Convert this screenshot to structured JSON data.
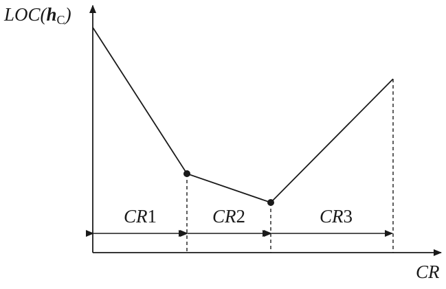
{
  "y_axis_label": {
    "prefix": "LOC(",
    "symbol": "h",
    "subscript": "C",
    "suffix": ")"
  },
  "x_axis_label": "CR",
  "regions": [
    {
      "name": "CR",
      "index": "1"
    },
    {
      "name": "CR",
      "index": "2"
    },
    {
      "name": "CR",
      "index": "3"
    }
  ],
  "colors": {
    "line": "#1a1a1a",
    "background": "#ffffff"
  }
}
